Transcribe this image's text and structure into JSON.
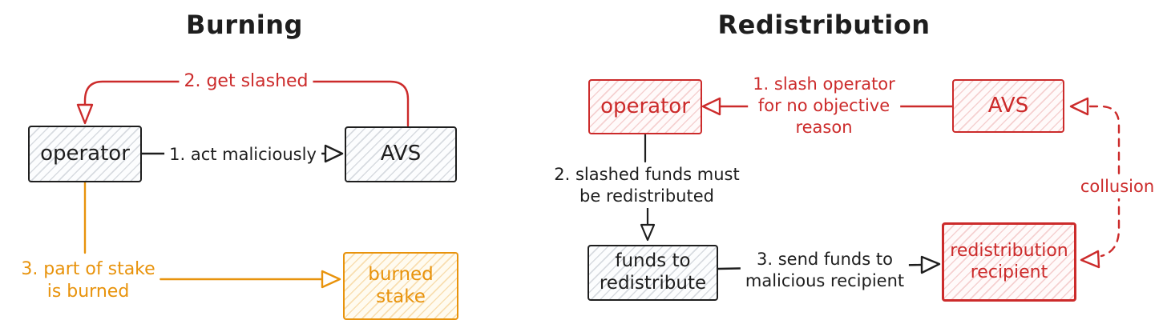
{
  "colors": {
    "ink": "#1e1e1e",
    "red": "#cc2b2b",
    "orange": "#e8930c",
    "background": "#ffffff"
  },
  "burning": {
    "title": "Burning",
    "nodes": {
      "operator": "operator",
      "avs": "AVS",
      "burned_stake": "burned\nstake"
    },
    "edges": {
      "act_maliciously": "1. act maliciously",
      "get_slashed": "2. get slashed",
      "part_burned": "3. part of stake\nis burned"
    }
  },
  "redistribution": {
    "title": "Redistribution",
    "nodes": {
      "operator": "operator",
      "avs": "AVS",
      "funds": "funds to\nredistribute",
      "recipient": "redistribution\nrecipient"
    },
    "edges": {
      "slash_no_reason": "1. slash operator\nfor no objective\nreason",
      "must_redistribute": "2. slashed funds must\nbe redistributed",
      "send_funds": "3. send funds to\nmalicious recipient",
      "collusion": "collusion"
    }
  }
}
